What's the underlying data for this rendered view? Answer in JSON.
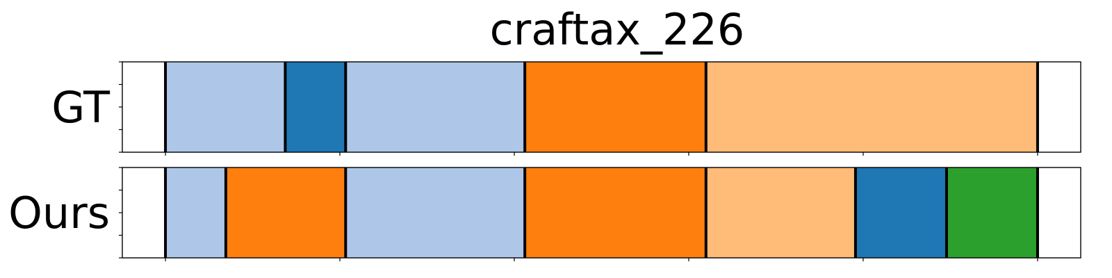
{
  "chart_data": {
    "type": "segmentation-timeline",
    "title": "craftax_226",
    "xlim": [
      0,
      1
    ],
    "ylim": [
      0,
      1
    ],
    "row_ticks": [
      0,
      0.25,
      0.5,
      0.75,
      1
    ],
    "x_ticks": [
      0.045,
      0.227,
      0.409,
      0.591,
      0.773,
      0.955
    ],
    "rows": [
      {
        "label": "GT",
        "segments": [
          {
            "start": 0.045,
            "end": 0.17,
            "color": "#aec7e8"
          },
          {
            "start": 0.17,
            "end": 0.233,
            "color": "#1f77b4"
          },
          {
            "start": 0.233,
            "end": 0.42,
            "color": "#aec7e8"
          },
          {
            "start": 0.42,
            "end": 0.609,
            "color": "#ff7f0e"
          },
          {
            "start": 0.609,
            "end": 0.955,
            "color": "#ffbb78"
          }
        ]
      },
      {
        "label": "Ours",
        "segments": [
          {
            "start": 0.045,
            "end": 0.108,
            "color": "#aec7e8"
          },
          {
            "start": 0.108,
            "end": 0.233,
            "color": "#ff7f0e"
          },
          {
            "start": 0.233,
            "end": 0.42,
            "color": "#aec7e8"
          },
          {
            "start": 0.42,
            "end": 0.609,
            "color": "#ff7f0e"
          },
          {
            "start": 0.609,
            "end": 0.765,
            "color": "#ffbb78"
          },
          {
            "start": 0.765,
            "end": 0.86,
            "color": "#1f77b4"
          },
          {
            "start": 0.86,
            "end": 0.955,
            "color": "#2ca02c"
          }
        ]
      }
    ]
  }
}
